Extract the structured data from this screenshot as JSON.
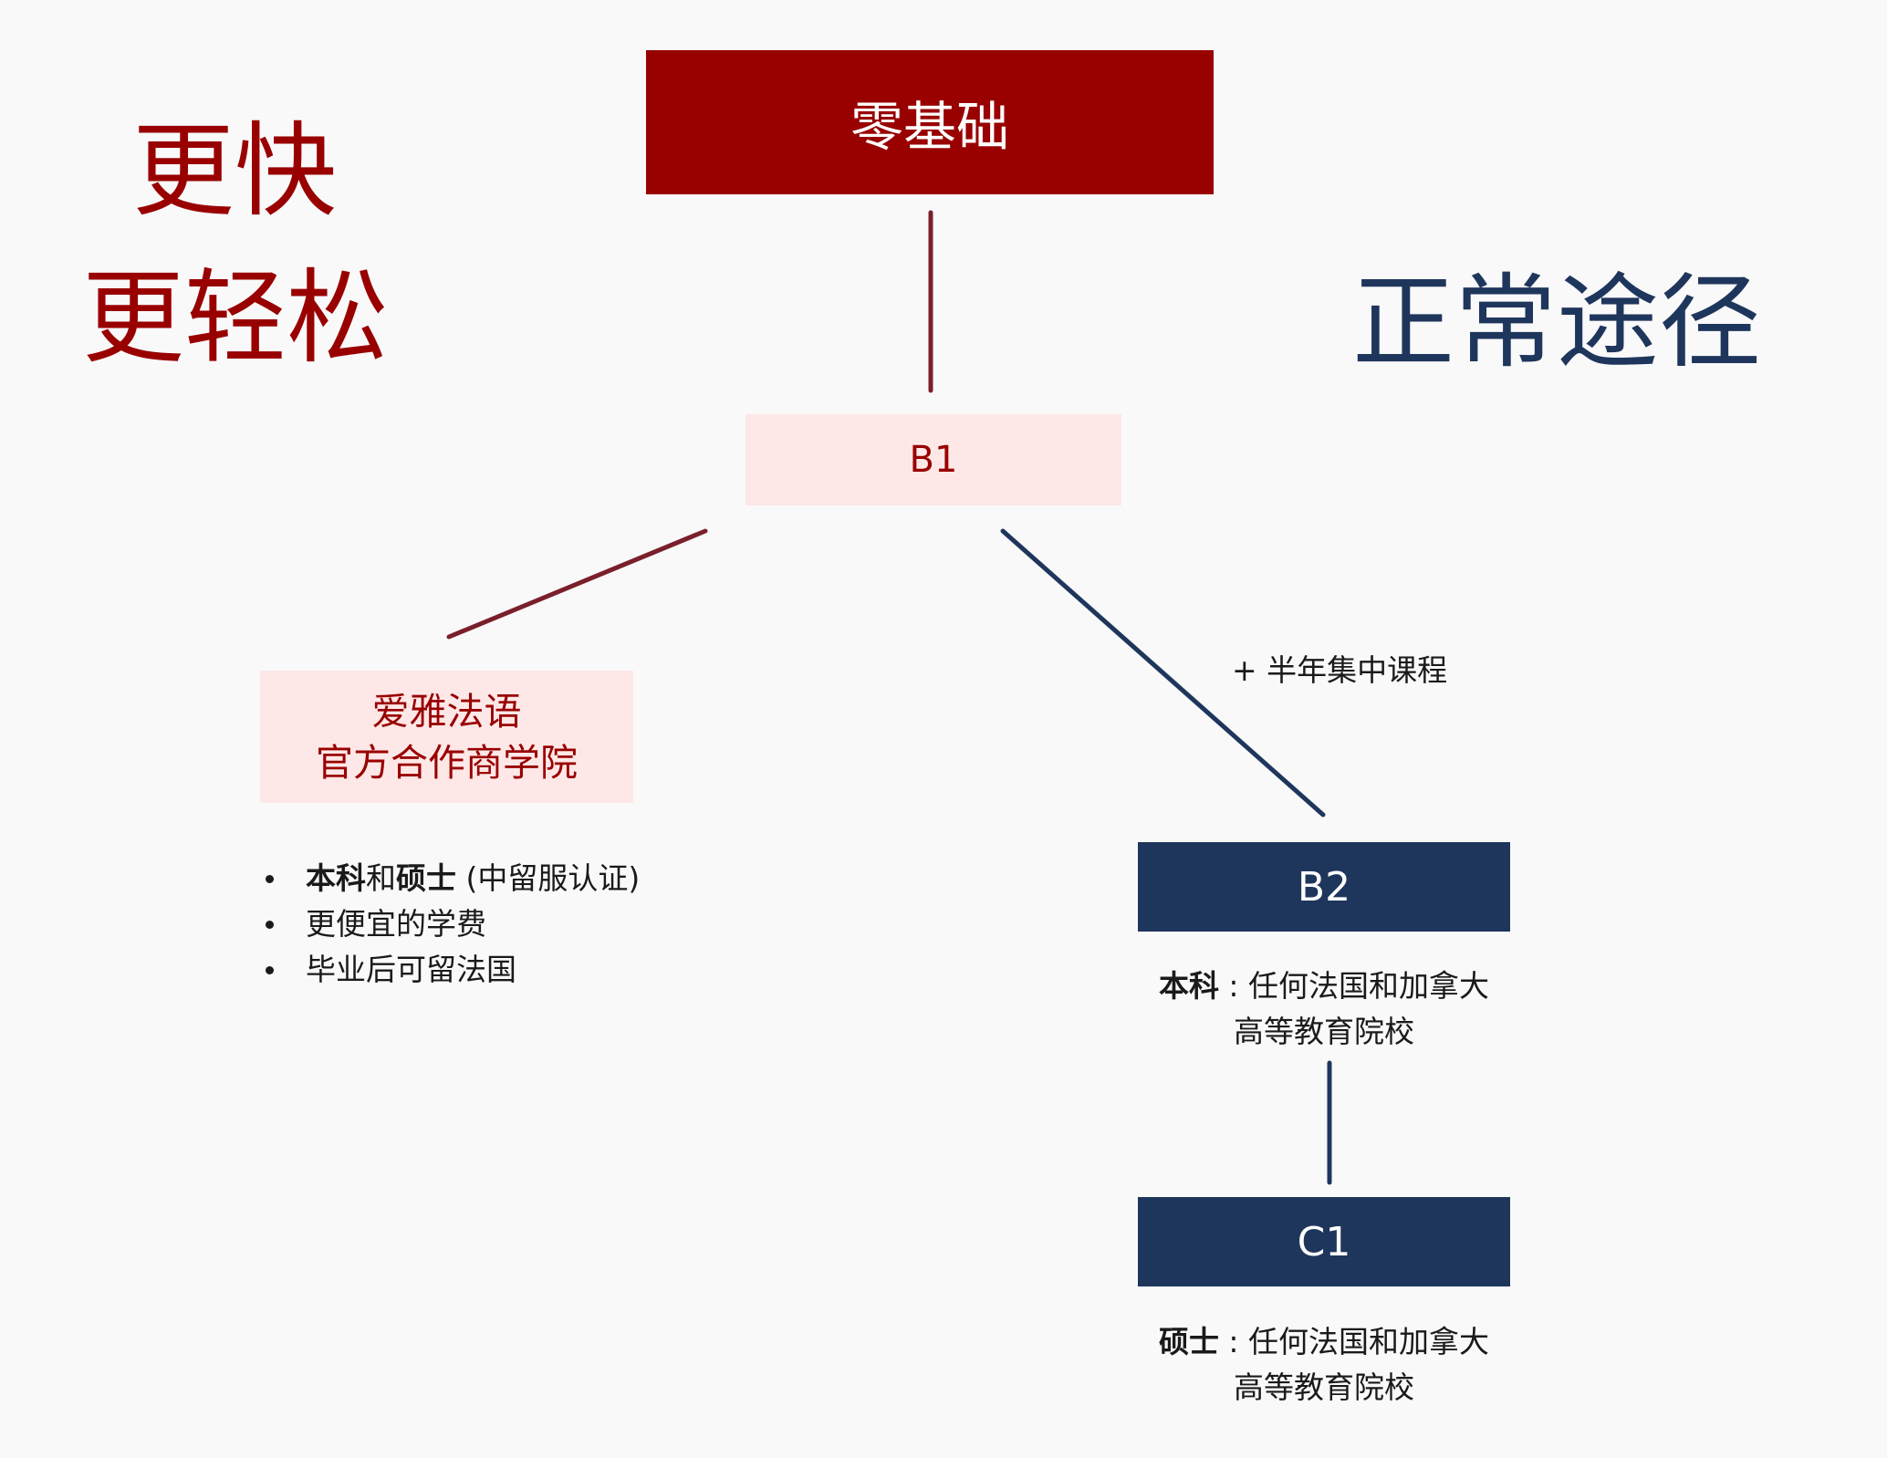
{
  "headings": {
    "faster": "更快",
    "easier": "更轻松",
    "normal_path": "正常途径"
  },
  "nodes": {
    "start": "零基础",
    "b1": "B1",
    "school_line1": "爱雅法语",
    "school_line2": "官方合作商学院",
    "b2": "B2",
    "c1": "C1"
  },
  "annotations": {
    "intensive_course": "+ 半年集中课程"
  },
  "benefits": {
    "item1_bold1": "本科",
    "item1_mid": "和",
    "item1_bold2": "硕士",
    "item1_rest": " (中留服认证)",
    "item2": "更便宜的学费",
    "item3": "毕业后可留法国"
  },
  "captions": {
    "b2_bold": "本科",
    "b2_line1": " : 任何法国和加拿大",
    "b2_line2": "高等教育院校",
    "c1_bold": "硕士",
    "c1_line1": " : 任何法国和加拿大",
    "c1_line2": "高等教育院校"
  },
  "colors": {
    "dark_red": "#990000",
    "pink": "#fde8e7",
    "navy": "#1f365c",
    "red_connector": "#7a1f2b",
    "navy_connector": "#1f365c"
  }
}
